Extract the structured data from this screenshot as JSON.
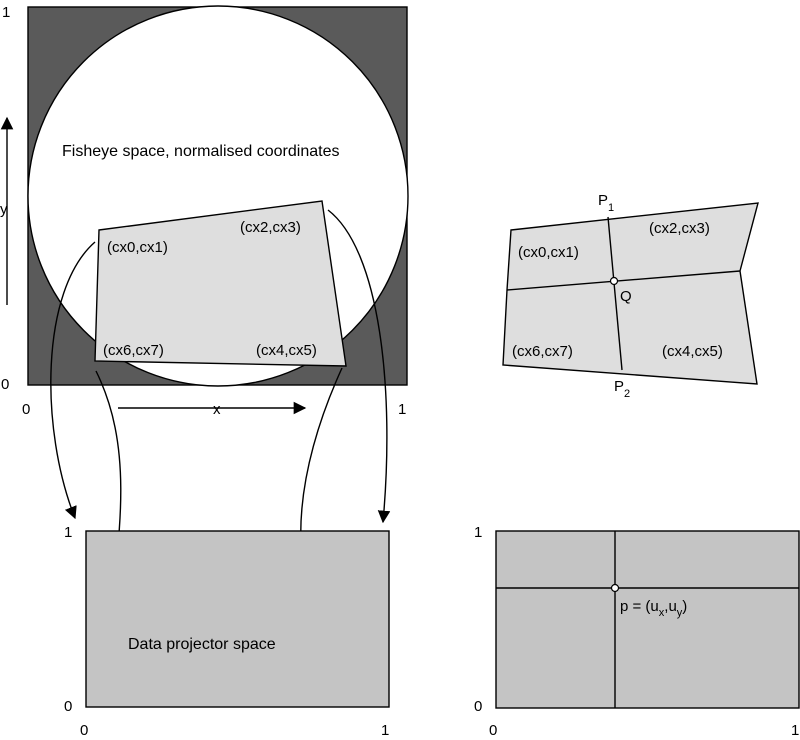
{
  "fisheye": {
    "title": "Fisheye space, normalised coordinates",
    "axis_x_label": "x",
    "axis_y_label": "y",
    "tick_x0": "0",
    "tick_x1": "1",
    "tick_y0": "0",
    "tick_y1": "1",
    "corners": {
      "tl": "(cx0,cx1)",
      "tr": "(cx2,cx3)",
      "br": "(cx4,cx5)",
      "bl": "(cx6,cx7)"
    }
  },
  "quad_detail": {
    "corners": {
      "tl": "(cx0,cx1)",
      "tr": "(cx2,cx3)",
      "br": "(cx4,cx5)",
      "bl": "(cx6,cx7)"
    },
    "p1": "P",
    "p1_sub": "1",
    "p2": "P",
    "p2_sub": "2",
    "q": "Q"
  },
  "projector": {
    "title": "Data projector space",
    "tick_x0": "0",
    "tick_x1": "1",
    "tick_y0": "0",
    "tick_y1": "1"
  },
  "uv_space": {
    "tick_x0": "0",
    "tick_x1": "1",
    "tick_y0": "0",
    "tick_y1": "1",
    "point_label_prefix": "p = (u",
    "point_label_sub_x": "x",
    "point_label_mid": ",u",
    "point_label_sub_y": "y",
    "point_label_suffix": ")"
  },
  "colors": {
    "dark_square": "#5a5a5a",
    "light_quad": "#dedede",
    "projector_fill": "#c4c4c4",
    "circle": "#ffffff"
  }
}
